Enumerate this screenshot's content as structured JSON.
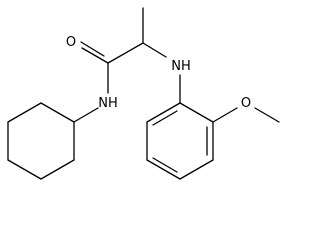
{
  "molecule": {
    "atom_labels": {
      "oxygen_carbonyl": "O",
      "amide_nh": "NH",
      "amine_nh": "NH",
      "oxygen_methoxy": "O"
    }
  }
}
